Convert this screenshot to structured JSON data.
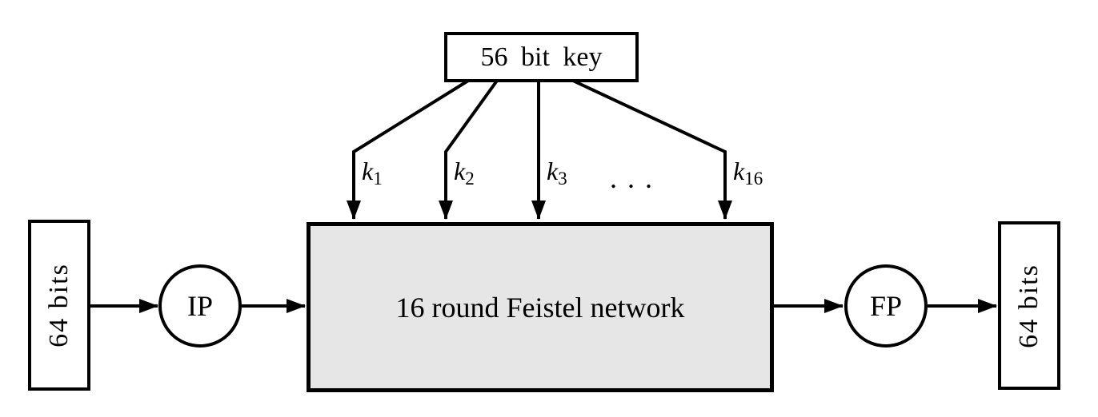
{
  "diagram": {
    "title_semantic": "DES block cipher overview",
    "key_box": {
      "label": "56 bit key"
    },
    "feistel_box": {
      "label": "16 round Feistel network"
    },
    "input_box": {
      "label": "64 bits"
    },
    "output_box": {
      "label": "64 bits"
    },
    "ip_node": {
      "label": "IP"
    },
    "fp_node": {
      "label": "FP"
    },
    "subkeys": [
      {
        "base": "k",
        "sub": "1"
      },
      {
        "base": "k",
        "sub": "2"
      },
      {
        "base": "k",
        "sub": "3"
      },
      {
        "base": "k",
        "sub": "16"
      }
    ],
    "ellipsis": ". . .",
    "colors": {
      "stroke": "#000000",
      "feistel_fill": "#e6e6e6",
      "background": "#ffffff"
    }
  }
}
